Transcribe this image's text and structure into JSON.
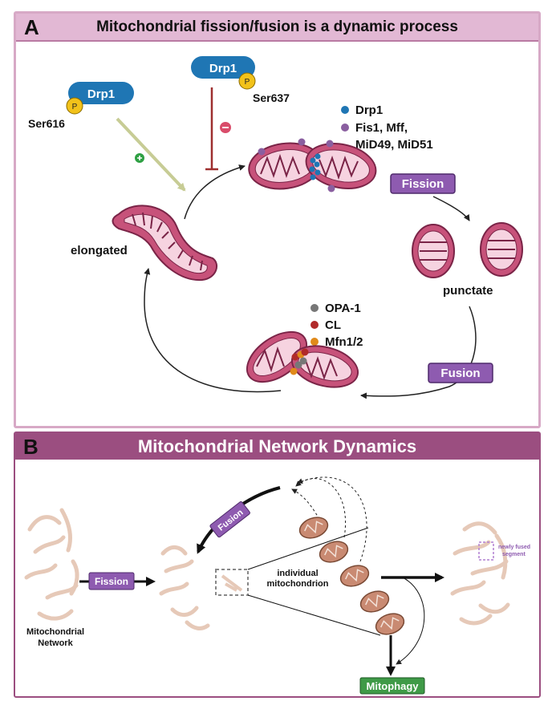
{
  "panelA": {
    "letter": "A",
    "title": "Mitochondrial fission/fusion is a dynamic process",
    "drp1_left": "Drp1",
    "p_left": "P",
    "ser616": "Ser616",
    "drp1_mid": "Drp1",
    "p_mid": "P",
    "ser637": "Ser637",
    "legend_top": {
      "drp1": "Drp1",
      "adaptors_line1": "Fis1, Mff,",
      "adaptors_line2": "MiD49, MiD51"
    },
    "fission_label": "Fission",
    "punctate_label": "punctate",
    "elongated_label": "elongated",
    "legend_bottom": {
      "opa1": "OPA-1",
      "cl": "CL",
      "mfn": "Mfn1/2"
    },
    "fusion_label": "Fusion",
    "colors": {
      "drp1_blue": "#1f76b4",
      "adaptor_purple": "#8a5fa0",
      "opa1_gray": "#777777",
      "cl_red": "#b12a2a",
      "mfn_orange": "#e08a1a",
      "mito_fill": "#c7527a",
      "tag_purple": "#8e5bb0"
    }
  },
  "panelB": {
    "letter": "B",
    "title": "Mitochondrial Network Dynamics",
    "fission_label": "Fission",
    "fusion_label": "Fusion",
    "individual_line1": "individual",
    "individual_line2": "mitochondrion",
    "network_line1": "Mitochondrial",
    "network_line2": "Network",
    "newly_fused_line1": "newly fused",
    "newly_fused_line2": "segment",
    "mitophagy_label": "Mitophagy",
    "colors": {
      "network_tan": "#e6c9b8",
      "mito_brown": "#c98a72",
      "mitophagy_green": "#3f9a47"
    }
  }
}
